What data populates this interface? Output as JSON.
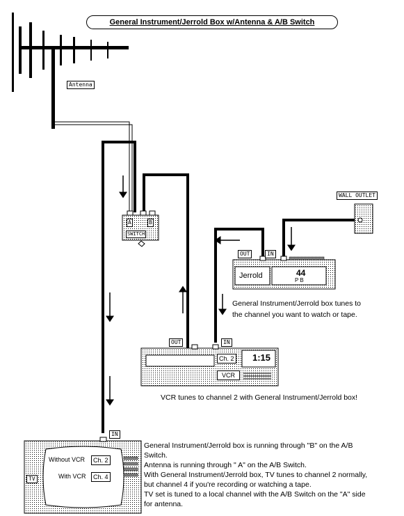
{
  "title": "General Instrument/Jerrold Box w/Antenna & A/B Switch",
  "labels": {
    "antenna": "Antenna",
    "wall_outlet": "WALL OUTLET",
    "switch_a": "A",
    "switch_b": "B",
    "switch": "SWITCH",
    "jerrold_out": "OUT",
    "jerrold_in": "IN",
    "jerrold_brand": "Jerrold",
    "jerrold_channel": "44",
    "jerrold_pb": "P  B",
    "vcr_out": "OUT",
    "vcr_in": "IN",
    "vcr_channel": "Ch. 2",
    "vcr_clock": "1:15",
    "vcr_name": "VCR",
    "tv_in": "IN",
    "tv_name": "TV",
    "without_vcr": "Without VCR",
    "without_vcr_ch": "Ch. 2",
    "with_vcr": "With VCR",
    "with_vcr_ch": "Ch. 4"
  },
  "captions": {
    "jerrold_line1": "General Instrument/Jerrold box tunes to",
    "jerrold_line2": "the channel you want to watch or tape.",
    "vcr": "VCR tunes to channel 2 with General Instrument/Jerrold box!",
    "notes": [
      "General Instrument/Jerrold box is running through \"B\" on the A/B",
      "Switch.",
      "Antenna is running through \" A\" on the A/B Switch.",
      "With General Instrument/Jerrold box, TV tunes to channel 2 normally,",
      "but channel 4 if you're recording or watching a tape.",
      "TV set is tuned to a local channel with the A/B Switch on the \"A\" side",
      "for antenna."
    ]
  }
}
